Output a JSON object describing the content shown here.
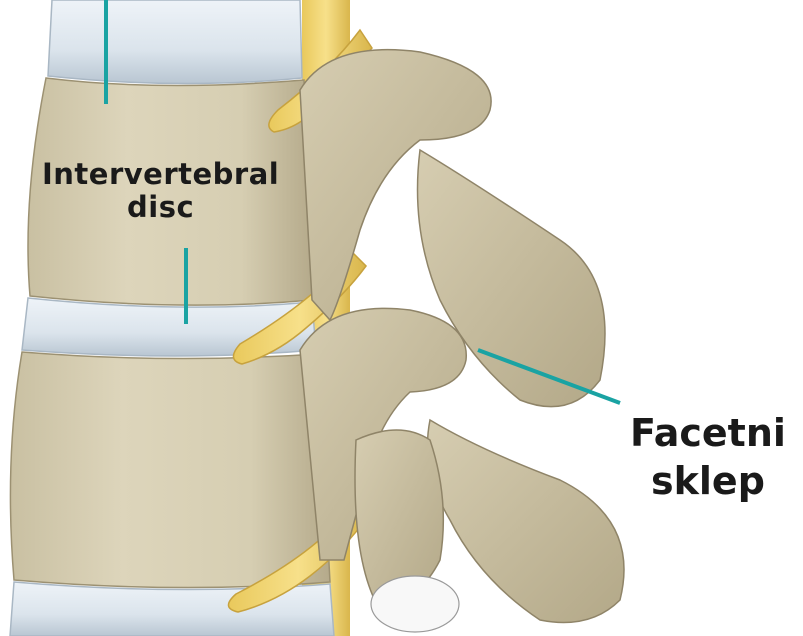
{
  "labels": {
    "disc": {
      "line1": "Intervertebral",
      "line2": "disc"
    },
    "facet": {
      "line1": "Facetni",
      "line2": "sklep"
    }
  },
  "colors": {
    "bone": "#d9d1b7",
    "bone_shadow": "#b8ad8c",
    "bone_dark": "#8f8468",
    "disc": "#dde6ee",
    "disc_shadow": "#b9c6d2",
    "nerve": "#f2d776",
    "nerve_dark": "#d4b24a",
    "pointer_line": "#1aa3a3"
  }
}
